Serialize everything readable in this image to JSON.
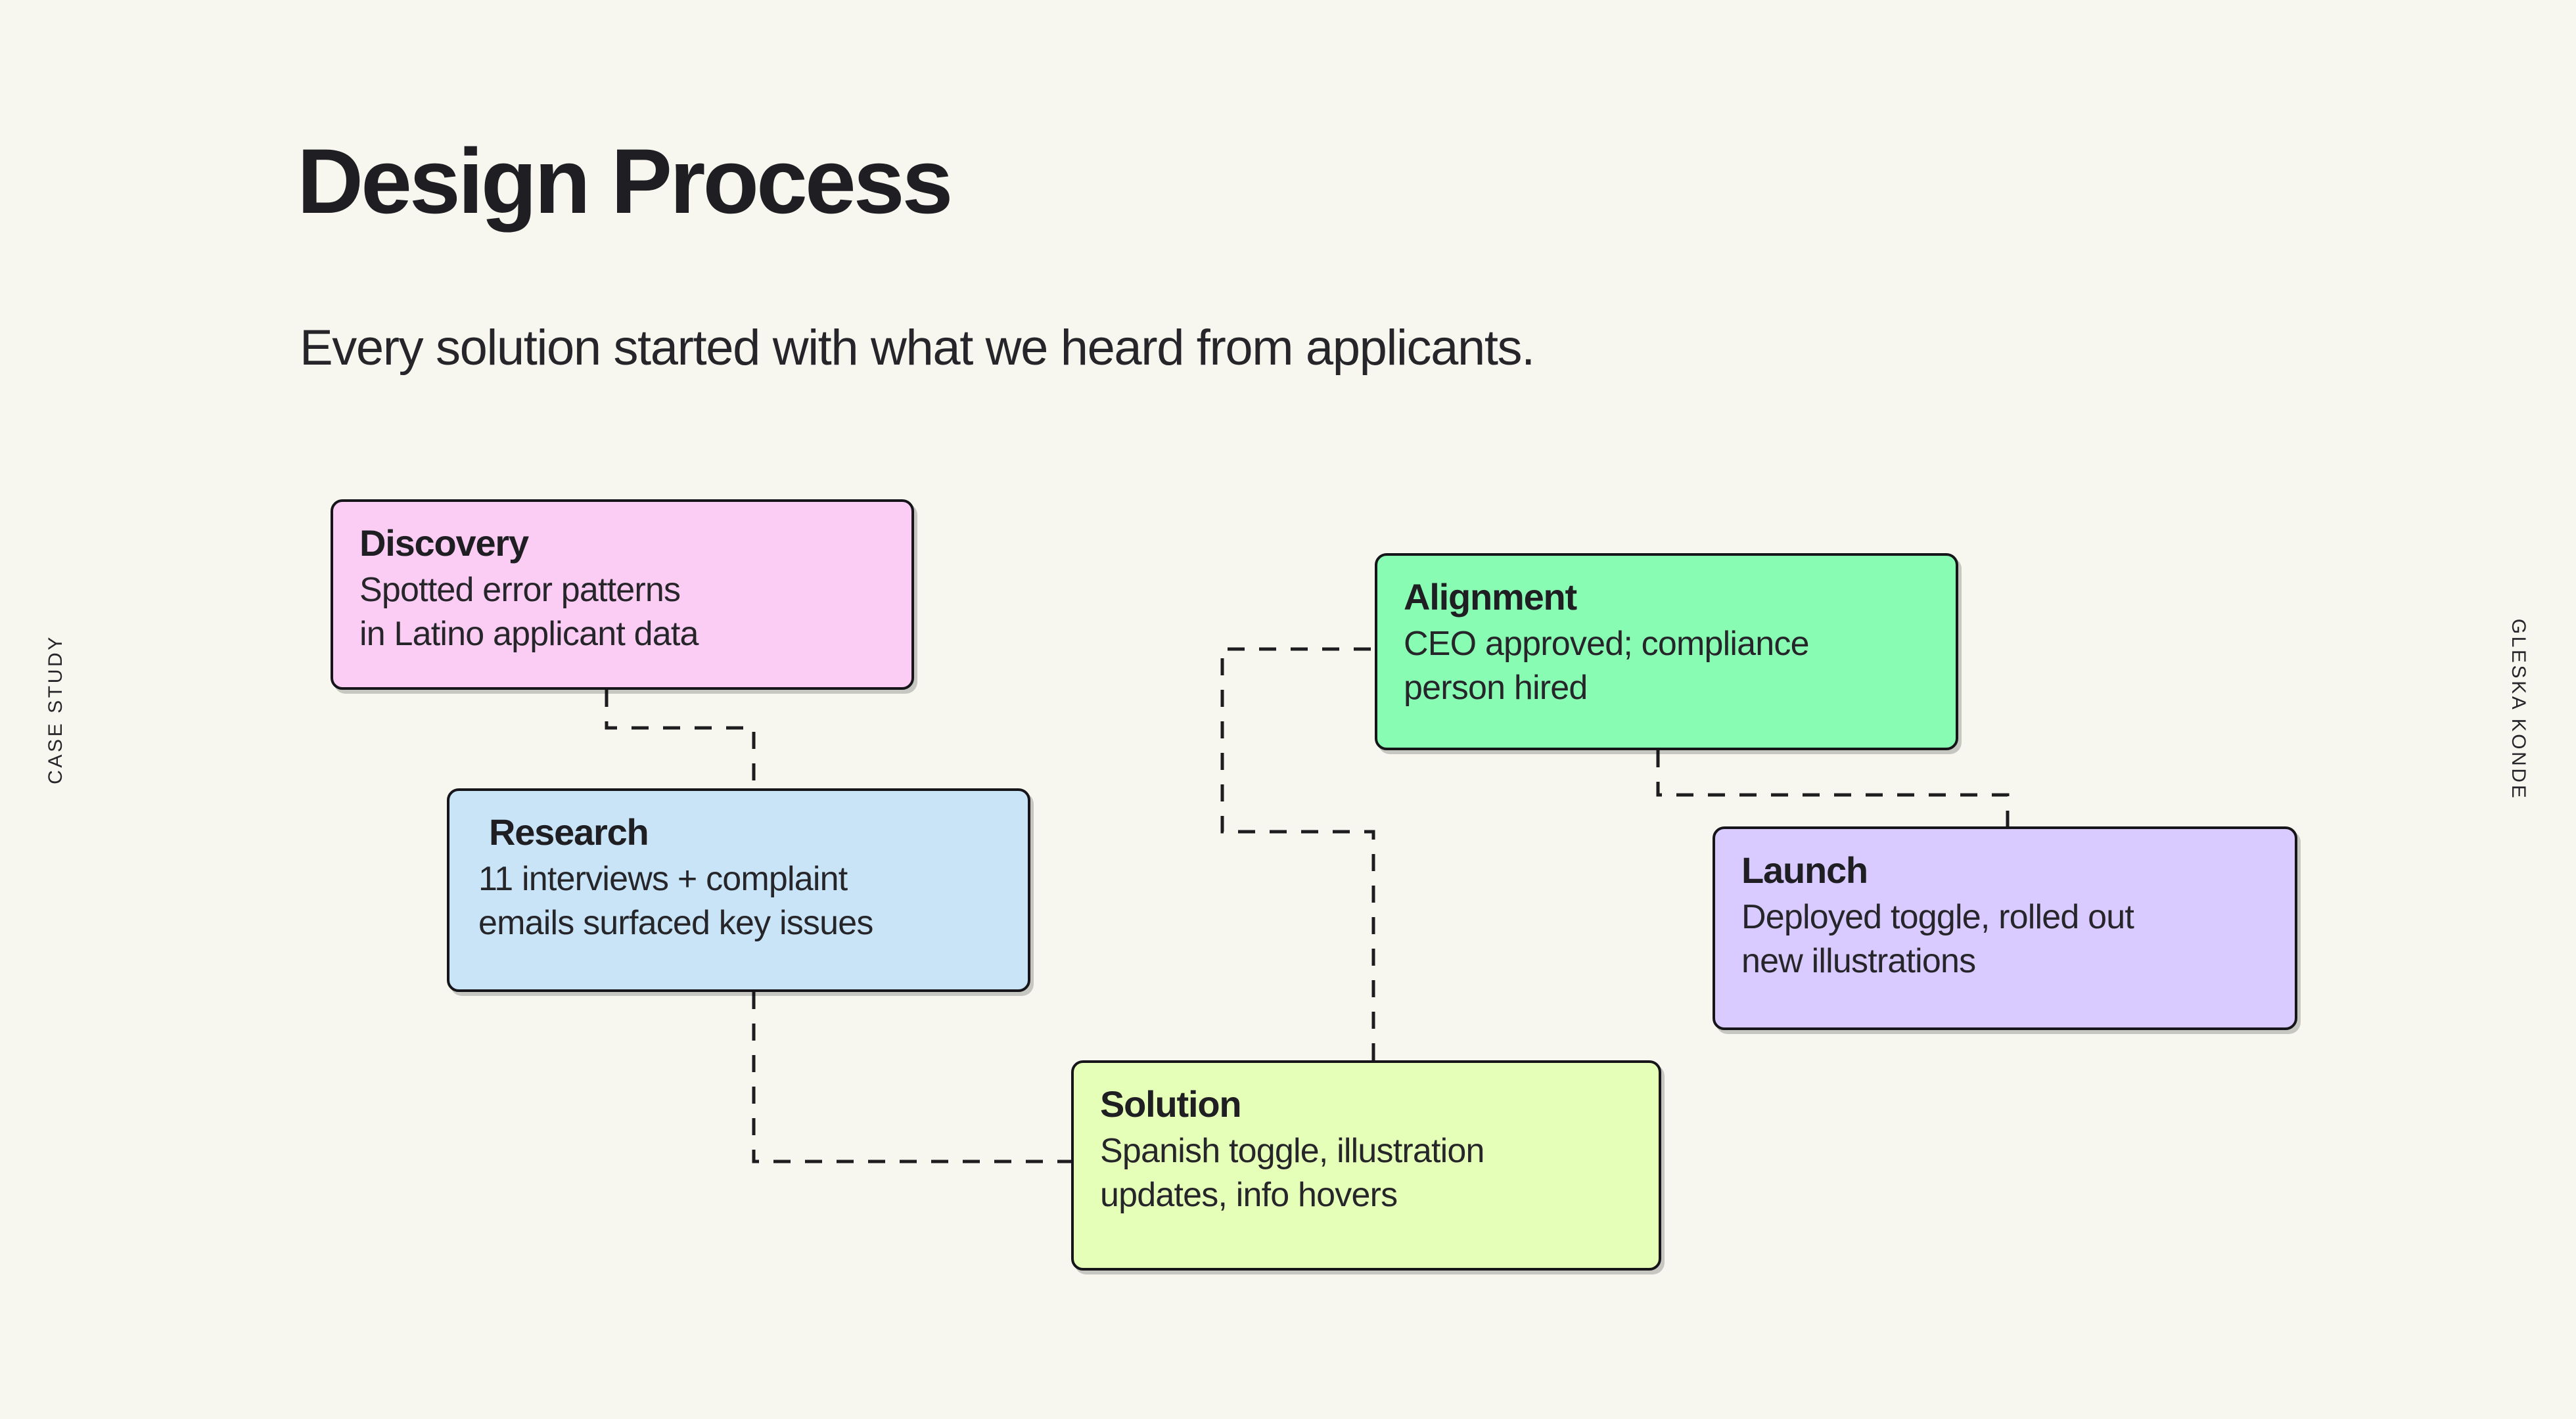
{
  "header": {
    "title": "Design Process",
    "subtitle": "Every solution started with what we heard from applicants."
  },
  "rails": {
    "left_label": "CASE STUDY",
    "right_label": "GLESKA KONDE"
  },
  "colors": {
    "background": "#f7f7f0",
    "ink": "#26262a",
    "discovery": "#fbcdf4",
    "research": "#c9e4f7",
    "solution": "#e6ffb8",
    "alignment": "#89fcb4",
    "launch": "#d9caff",
    "connector": "#1d1d20"
  },
  "flow": {
    "cards": [
      {
        "id": "discovery",
        "title": "Discovery",
        "body": "Spotted error patterns\nin Latino applicant data"
      },
      {
        "id": "research",
        "title": "Research",
        "body": "11 interviews + complaint\nemails surfaced key issues"
      },
      {
        "id": "solution",
        "title": "Solution",
        "body": "Spanish toggle, illustration\nupdates, info hovers"
      },
      {
        "id": "alignment",
        "title": "Alignment",
        "body": "CEO approved; compliance\nperson hired"
      },
      {
        "id": "launch",
        "title": "Launch",
        "body": "Deployed toggle, rolled out\nnew illustrations"
      }
    ],
    "connections": [
      {
        "from": "discovery",
        "to": "research",
        "style": "dashed"
      },
      {
        "from": "research",
        "to": "solution",
        "style": "dashed"
      },
      {
        "from": "solution",
        "to": "alignment",
        "style": "dashed"
      },
      {
        "from": "alignment",
        "to": "launch",
        "style": "dashed"
      }
    ]
  }
}
